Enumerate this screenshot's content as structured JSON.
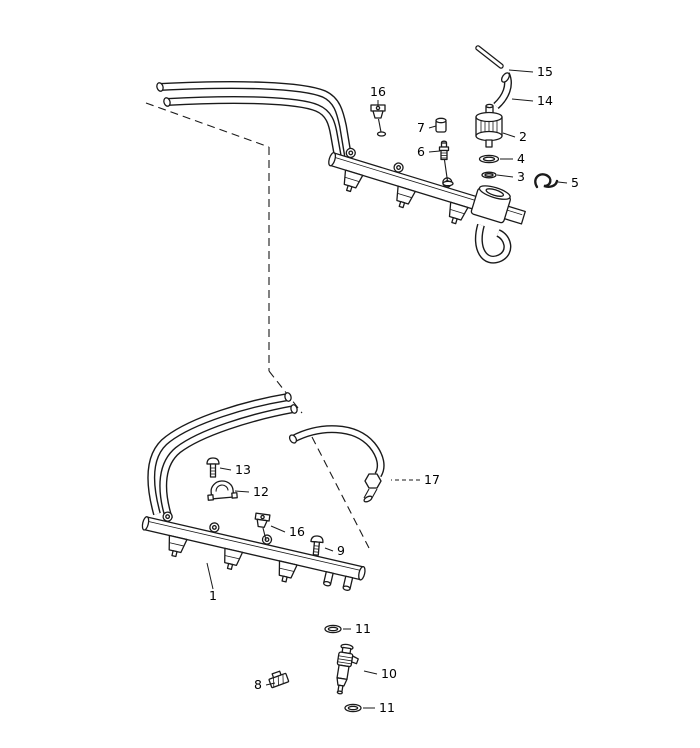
{
  "diagram": {
    "background": "#ffffff",
    "line_color": "#1a1a1a",
    "callouts": [
      {
        "label": "15"
      },
      {
        "label": "14"
      },
      {
        "label": "2"
      },
      {
        "label": "4"
      },
      {
        "label": "3"
      },
      {
        "label": "5"
      },
      {
        "label": "7"
      },
      {
        "label": "6"
      },
      {
        "label": "16"
      },
      {
        "label": "13"
      },
      {
        "label": "12"
      },
      {
        "label": "16"
      },
      {
        "label": "9"
      },
      {
        "label": "17"
      },
      {
        "label": "1"
      },
      {
        "label": "11"
      },
      {
        "label": "10"
      },
      {
        "label": "8"
      },
      {
        "label": "11"
      }
    ]
  }
}
